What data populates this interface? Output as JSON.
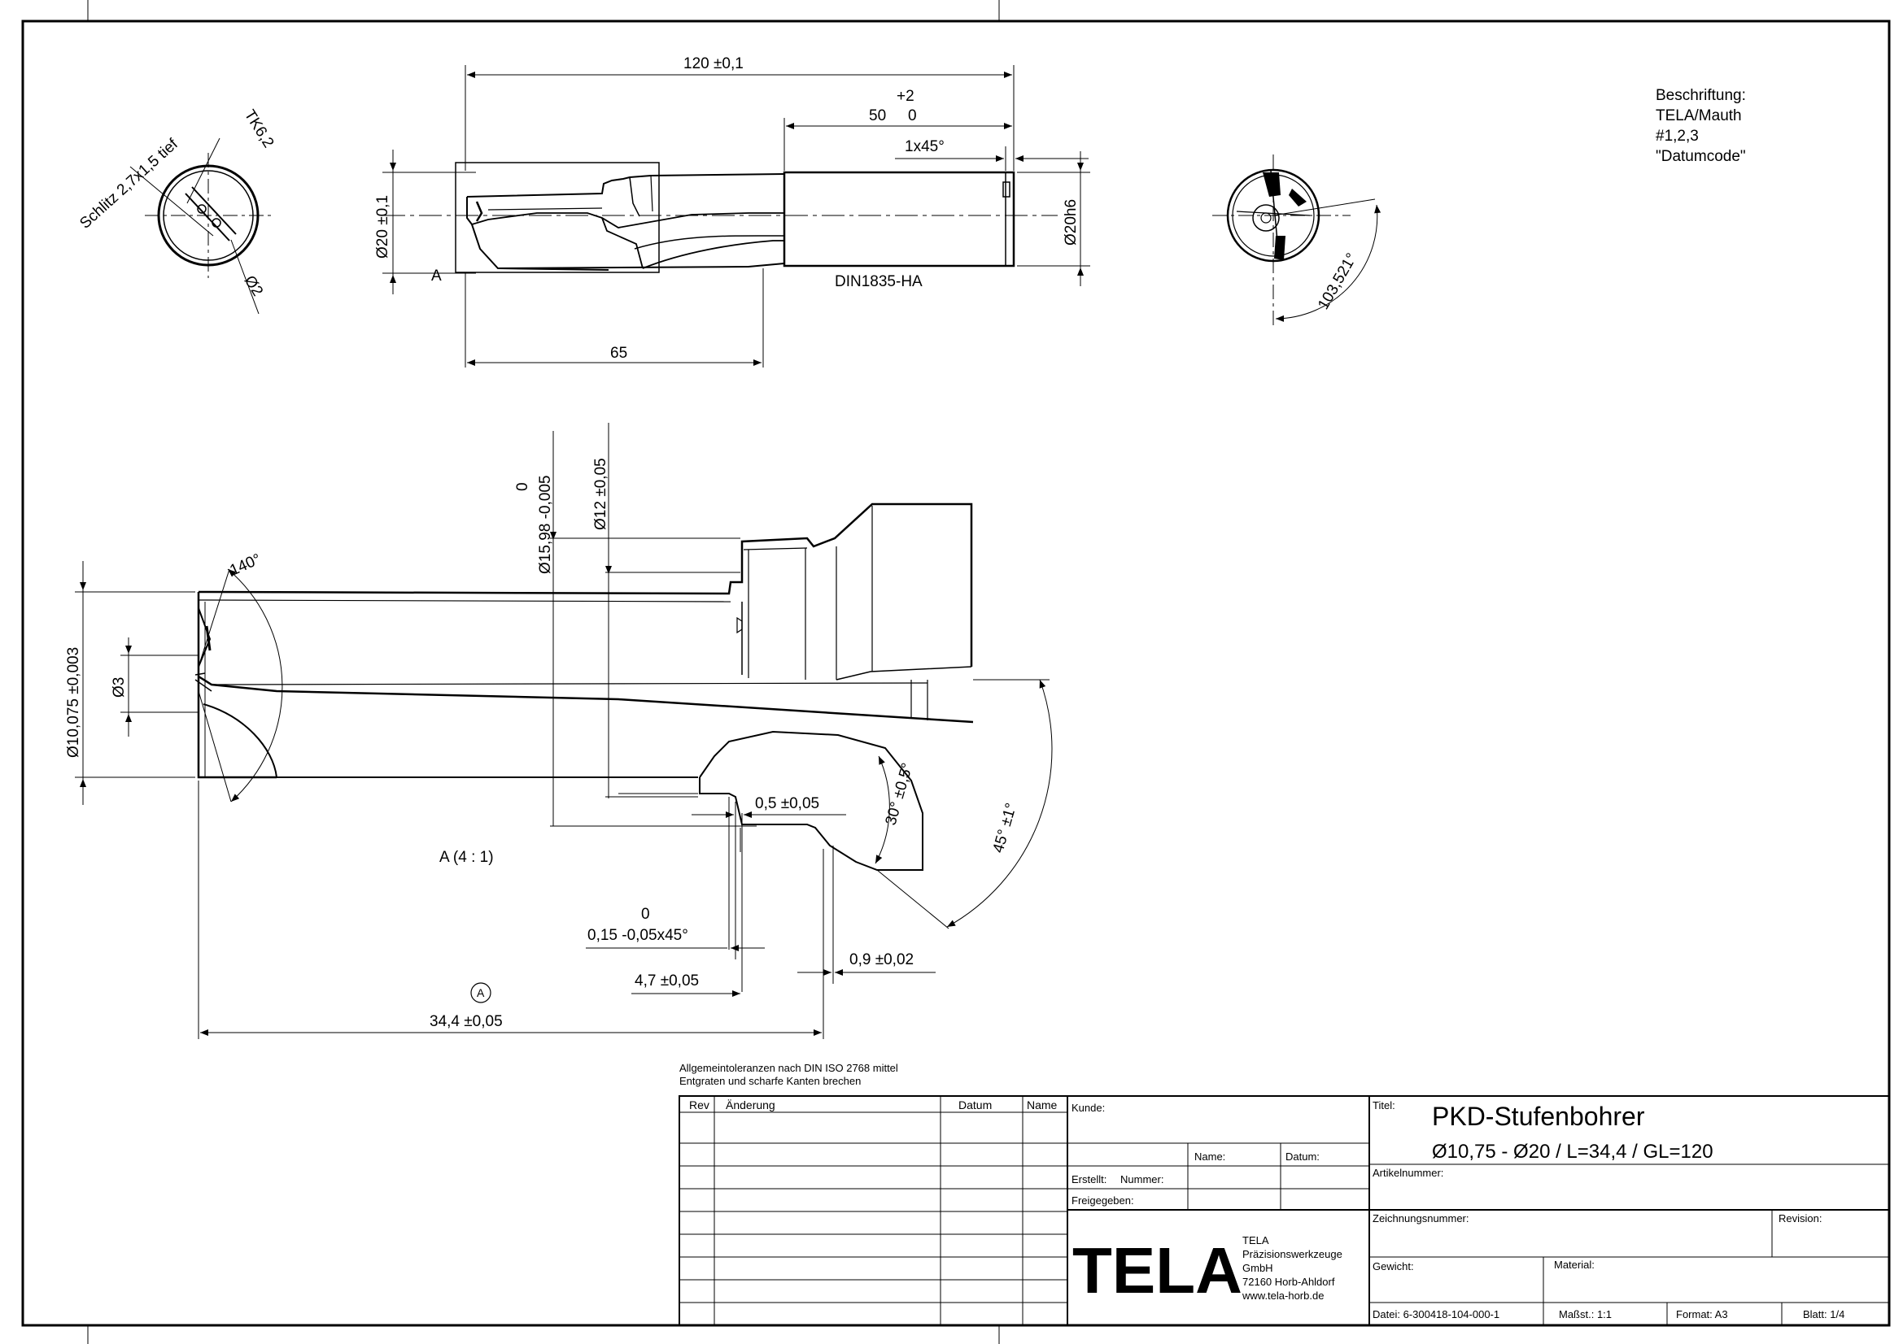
{
  "notes": {
    "labeling": [
      "Beschriftung:",
      "TELA/Mauth",
      "#1,2,3",
      "\"Datumcode\""
    ],
    "general_tolerance": "Allgemeintoleranzen nach DIN ISO 2768 mittel",
    "deburr": "Entgraten und scharfe Kanten brechen"
  },
  "dimensions": {
    "overall_length": "120 ±0,1",
    "shank_tol_upper": "+2",
    "shank_tol_lower": "0",
    "shank_length": "50",
    "chamfer": "1x45°",
    "head_dia": "Ø20 ±0,1",
    "shank_dia": "Ø20h6",
    "shank_std": "DIN1835-HA",
    "cut_length": "65",
    "detail_ref": "A",
    "slot": "Schlitz 2,7x1,5 tief",
    "pitch_circle": "TK6,2",
    "hole_dia": "Ø2",
    "angle_end": "103,521°",
    "step_dia_tol": "0",
    "step_dia": "Ø15,98 -0,005",
    "inner_dia": "Ø12 ±0,05",
    "point_angle": "140°",
    "cut_dia": "Ø10,075 ±0,003",
    "pilot_dia": "Ø3",
    "groove_width": "0,5 ±0,05",
    "angle_30": "30° ±0,5°",
    "angle_45": "45° ±1°",
    "detail_scale": "A (4 : 1)",
    "edge_chamfer_tol": "0",
    "edge_chamfer": "0,15 -0,05x45°",
    "width_09": "0,9 ±0,02",
    "len_47": "4,7 ±0,05",
    "datum_a": "A",
    "len_344": "34,4 ±0,05"
  },
  "title_block": {
    "rev_headers": [
      "Rev",
      "Änderung",
      "Datum",
      "Name"
    ],
    "customer_label": "Kunde:",
    "name_label": "Name:",
    "date_label": "Datum:",
    "created_label": "Erstellt:",
    "number_label": "Nummer:",
    "released_label": "Freigegeben:",
    "company_logo": "TELA",
    "company_lines": [
      "TELA",
      "Präzisionswerkzeuge",
      "GmbH",
      "72160 Horb-Ahldorf",
      "www.tela-horb.de"
    ],
    "title_label": "Titel:",
    "title": "PKD-Stufenbohrer",
    "subtitle": "Ø10,75 - Ø20 / L=34,4 / GL=120",
    "article_label": "Artikelnummer:",
    "drawing_no_label": "Zeichnungsnummer:",
    "revision_label": "Revision:",
    "weight_label": "Gewicht:",
    "material_label": "Material:",
    "file_label": "Datei: 6-300418-104-000-1",
    "scale_label": "Maßst.: 1:1",
    "format_label": "Format: A3",
    "sheet_label": "Blatt: 1/4"
  }
}
